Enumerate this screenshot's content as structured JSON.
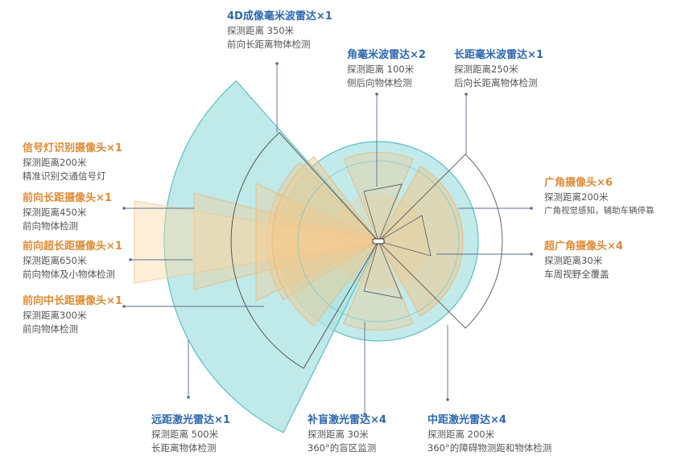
{
  "colors": {
    "blue_title": "#2e67b2",
    "orange_title": "#e08a34",
    "lidar_fill": "#aee3e3",
    "lidar_stroke": "#5cc0c4",
    "camera_fill": "#f6c98a",
    "radar_stroke": "#555555"
  },
  "sensors": {
    "radar4d": {
      "title": "4D成像毫米波雷达×1",
      "line1": "探测距离 350米",
      "line2": "前向长距离物体检测"
    },
    "corner_radar": {
      "title": "角毫米波雷达×2",
      "line1": "探测距离 100米",
      "line2": "侧后向物体检测"
    },
    "rear_radar": {
      "title": "长距毫米波雷达×1",
      "line1": "探测距离250米",
      "line2": "后向长距离物体检测"
    },
    "traffic_cam": {
      "title": "信号灯识别摄像头×1",
      "line1": "探测距离200米",
      "line2": "精准识别交通信号灯"
    },
    "front_long_cam": {
      "title": "前向长距摄像头×1",
      "line1": "探测距离450米",
      "line2": "前向物体检测"
    },
    "front_ultra_cam": {
      "title": "前向超长距摄像头×1",
      "line1": "探测距离650米",
      "line2": "前向物体及小物体检测"
    },
    "front_mid_cam": {
      "title": "前向中长距摄像头×1",
      "line1": "探测距离300米",
      "line2": "前向物体检测"
    },
    "wide_cam": {
      "title": "广角摄像头×6",
      "line1": "探测距离200米",
      "line2": "广角视觉感知，辅助车辆停靠"
    },
    "ultrawide_cam": {
      "title": "超广角摄像头×4",
      "line1": "探测距离30米",
      "line2": "车周视野全覆盖"
    },
    "long_lidar": {
      "title": "远距激光雷达×1",
      "line1": "探测距离 500米",
      "line2": "长距离物体检测"
    },
    "blind_lidar": {
      "title": "补盲激光雷达×4",
      "line1": "探测距离 30米",
      "line2": "360°的盲区监测"
    },
    "mid_lidar": {
      "title": "中距激光雷达×4",
      "line1": "探测距离 200米",
      "line2": "360°的障碍物测距和物体检测"
    }
  }
}
